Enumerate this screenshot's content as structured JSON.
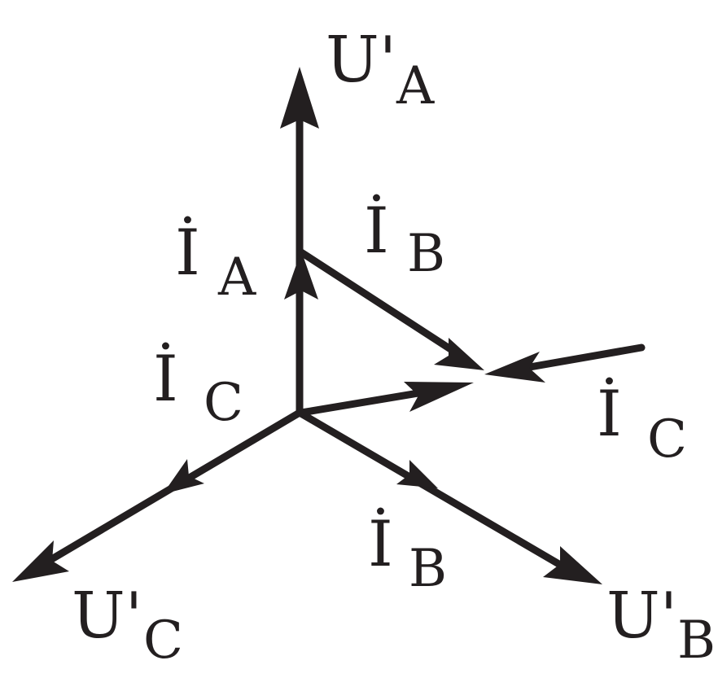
{
  "diagram": {
    "ink_color": "#231f20",
    "labels": {
      "u_a": {
        "main": "U'",
        "sub": "A"
      },
      "u_b": {
        "main": "U'",
        "sub": "B"
      },
      "u_c": {
        "main": "U'",
        "sub": "C"
      },
      "i_a": {
        "main": "İ",
        "sub": "A"
      },
      "i_b_upper": {
        "main": "İ",
        "sub": "B"
      },
      "i_c_left": {
        "main": "İ",
        "sub": "C"
      },
      "i_c_right": {
        "main": "İ",
        "sub": "C"
      },
      "i_b_lower": {
        "main": "İ",
        "sub": "B"
      }
    }
  }
}
